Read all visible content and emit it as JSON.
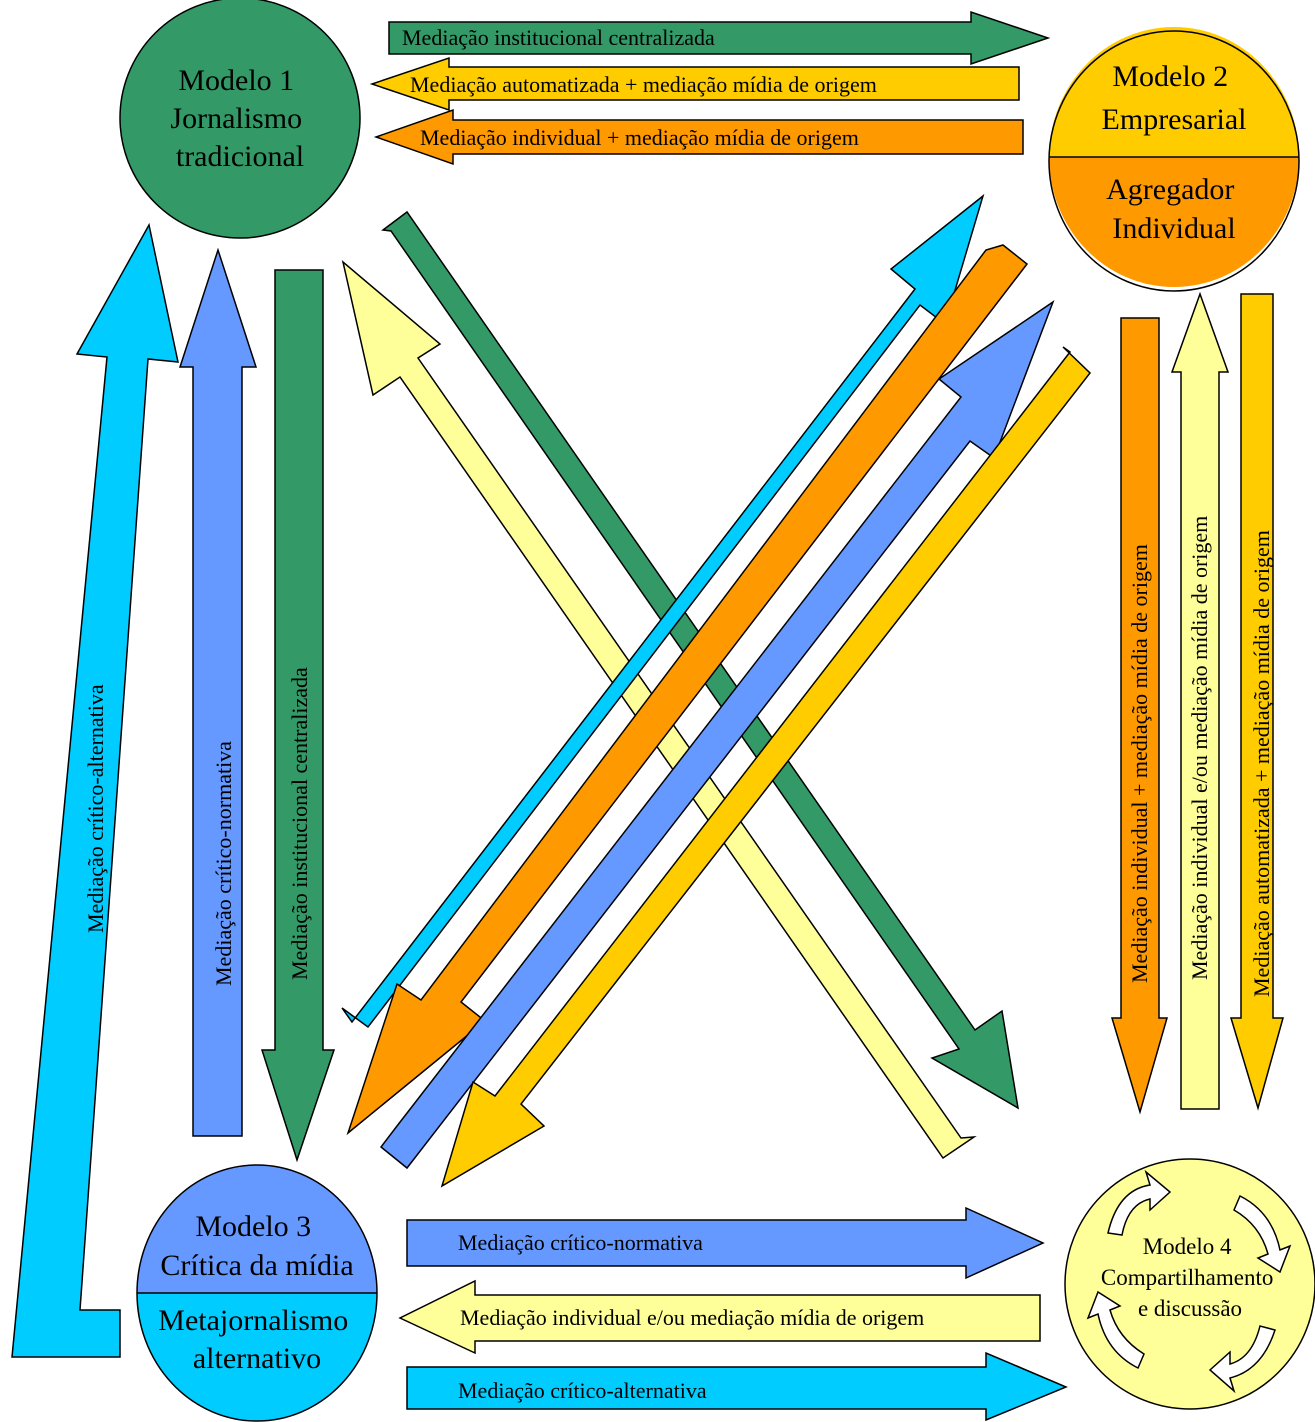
{
  "colors": {
    "dark_green": "#339966",
    "light_blue": "#00ccff",
    "periwinkle": "#6699ff",
    "gold": "#ffcc00",
    "orange": "#ff9900",
    "pale_yellow": "#ffff99"
  },
  "nodes": {
    "model1": {
      "lines": [
        "Modelo 1",
        "Jornalismo",
        "tradicional"
      ]
    },
    "model2": {
      "top": [
        "Modelo 2",
        "Empresarial"
      ],
      "bottom": [
        "Agregador",
        "Individual"
      ]
    },
    "model3": {
      "top": [
        "Modelo 3",
        "Crítica da mídia"
      ],
      "bottom": [
        "Metajornalismo",
        "alternativo"
      ]
    },
    "model4": {
      "lines": [
        "Modelo 4",
        "Compartilhamento",
        "e discussão"
      ]
    }
  },
  "arrows": {
    "top_institucional": "Mediação institucional centralizada",
    "top_automatizada": "Mediação automatizada + mediação mídia de origem",
    "top_individual": "Mediação individual + mediação mídia de origem",
    "left_critico_alternativa": "Mediação crítico-alternativa",
    "left_critico_normativa": "Mediação crítico-normativa",
    "left_institucional": "Mediação institucional centralizada",
    "right_individual": "Mediação individual + mediação mídia de origem",
    "right_individual_eou": "Mediação individual e/ou mediação mídia de origem",
    "right_automatizada": "Mediação automatizada + mediação mídia de origem",
    "bottom_critico_normativa": "Mediação crítico-normativa",
    "bottom_individual_eou": "Mediação individual e/ou mediação mídia de origem",
    "bottom_critico_alternativa": "Mediação crítico-alternativa"
  }
}
